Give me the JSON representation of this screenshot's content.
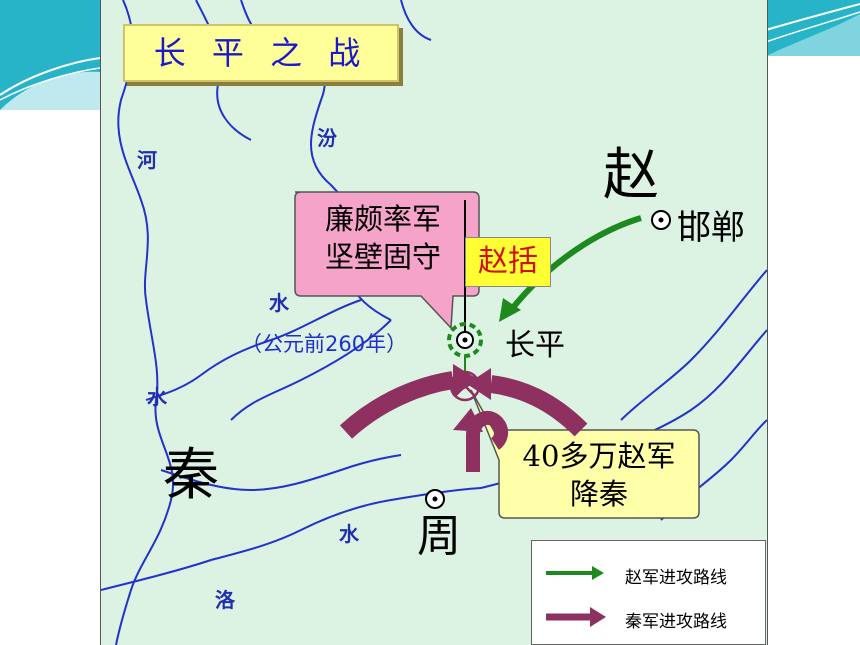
{
  "title": "长 平 之 战",
  "rivers": [
    "汾",
    "河",
    "水",
    "水",
    "水",
    "洛"
  ],
  "states": {
    "zhao": "赵",
    "qin": "秦"
  },
  "cities": {
    "handan": "邯郸",
    "changping": "长平",
    "zhou": "周"
  },
  "year_label": "（公元前260年）",
  "callouts": {
    "lianpo_line1": "廉颇率军",
    "lianpo_line2": "坚壁固守",
    "zhaokuo": "赵括",
    "surrender_line1": "40多万赵军",
    "surrender_line2": "降秦"
  },
  "legend": [
    {
      "label": "赵军进攻路线",
      "color": "#1e8a1e",
      "icon": "green-arrow-icon"
    },
    {
      "label": "秦军进攻路线",
      "color": "#8e3060",
      "icon": "purple-arrow-icon"
    }
  ],
  "colors": {
    "map_land": "#dcf2e2",
    "river": "#2233cc",
    "zhao_arrow": "#1e8a1e",
    "qin_arrow": "#8e3060",
    "callout_pink": "#f5a3c8",
    "callout_yellow": "#ffffaa"
  }
}
